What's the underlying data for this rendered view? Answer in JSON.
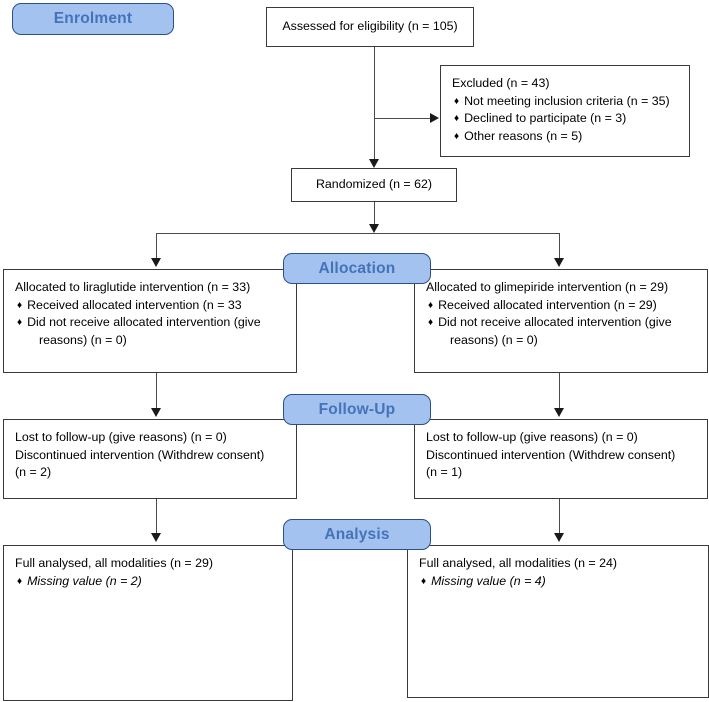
{
  "diagram": {
    "title": "CONSORT participant flow diagram",
    "accent_banner_fill": "#a3c2f0",
    "accent_banner_border": "#2a4f89",
    "accent_banner_text": "#4573b9",
    "box_border": "#3a3a3a",
    "connector": "#4a4a4a"
  },
  "stages": {
    "enrolment": "Enrolment",
    "allocation": "Allocation",
    "followup": "Follow-Up",
    "analysis": "Analysis"
  },
  "enrolment": {
    "assessed": "Assessed for eligibility (n = 105)",
    "excluded_title": "Excluded  (n = 43)",
    "excluded_reasons": [
      "Not meeting inclusion criteria (n = 35)",
      "Declined to participate (n = 3)",
      "Other reasons (n = 5)"
    ],
    "randomized": "Randomized (n = 62)"
  },
  "allocation": {
    "left": {
      "heading": "Allocated to liraglutide intervention (n = 33)",
      "items": [
        "Received allocated intervention (n = 33",
        "Did not receive allocated intervention (give reasons) (n = 0)"
      ]
    },
    "right": {
      "heading": "Allocated to glimepiride intervention (n = 29)",
      "items": [
        "Received allocated intervention (n = 29)",
        "Did not receive allocated intervention (give reasons) (n = 0)"
      ]
    }
  },
  "followup": {
    "left": {
      "lost": "Lost to follow-up (give reasons) (n = 0)",
      "discontinued": "Discontinued intervention (Withdrew consent)",
      "discontinued_count": "(n = 2)"
    },
    "right": {
      "lost": "Lost to follow-up (give reasons) (n = 0)",
      "discontinued": "Discontinued intervention (Withdrew consent)",
      "discontinued_count": "(n = 1)"
    }
  },
  "analysis": {
    "left": {
      "heading": "Full analysed, all modalities (n = 29)",
      "note": "Missing value (n = 2)"
    },
    "right": {
      "heading": "Full analysed, all modalities (n = 24)",
      "note": "Missing value (n = 4)"
    }
  }
}
